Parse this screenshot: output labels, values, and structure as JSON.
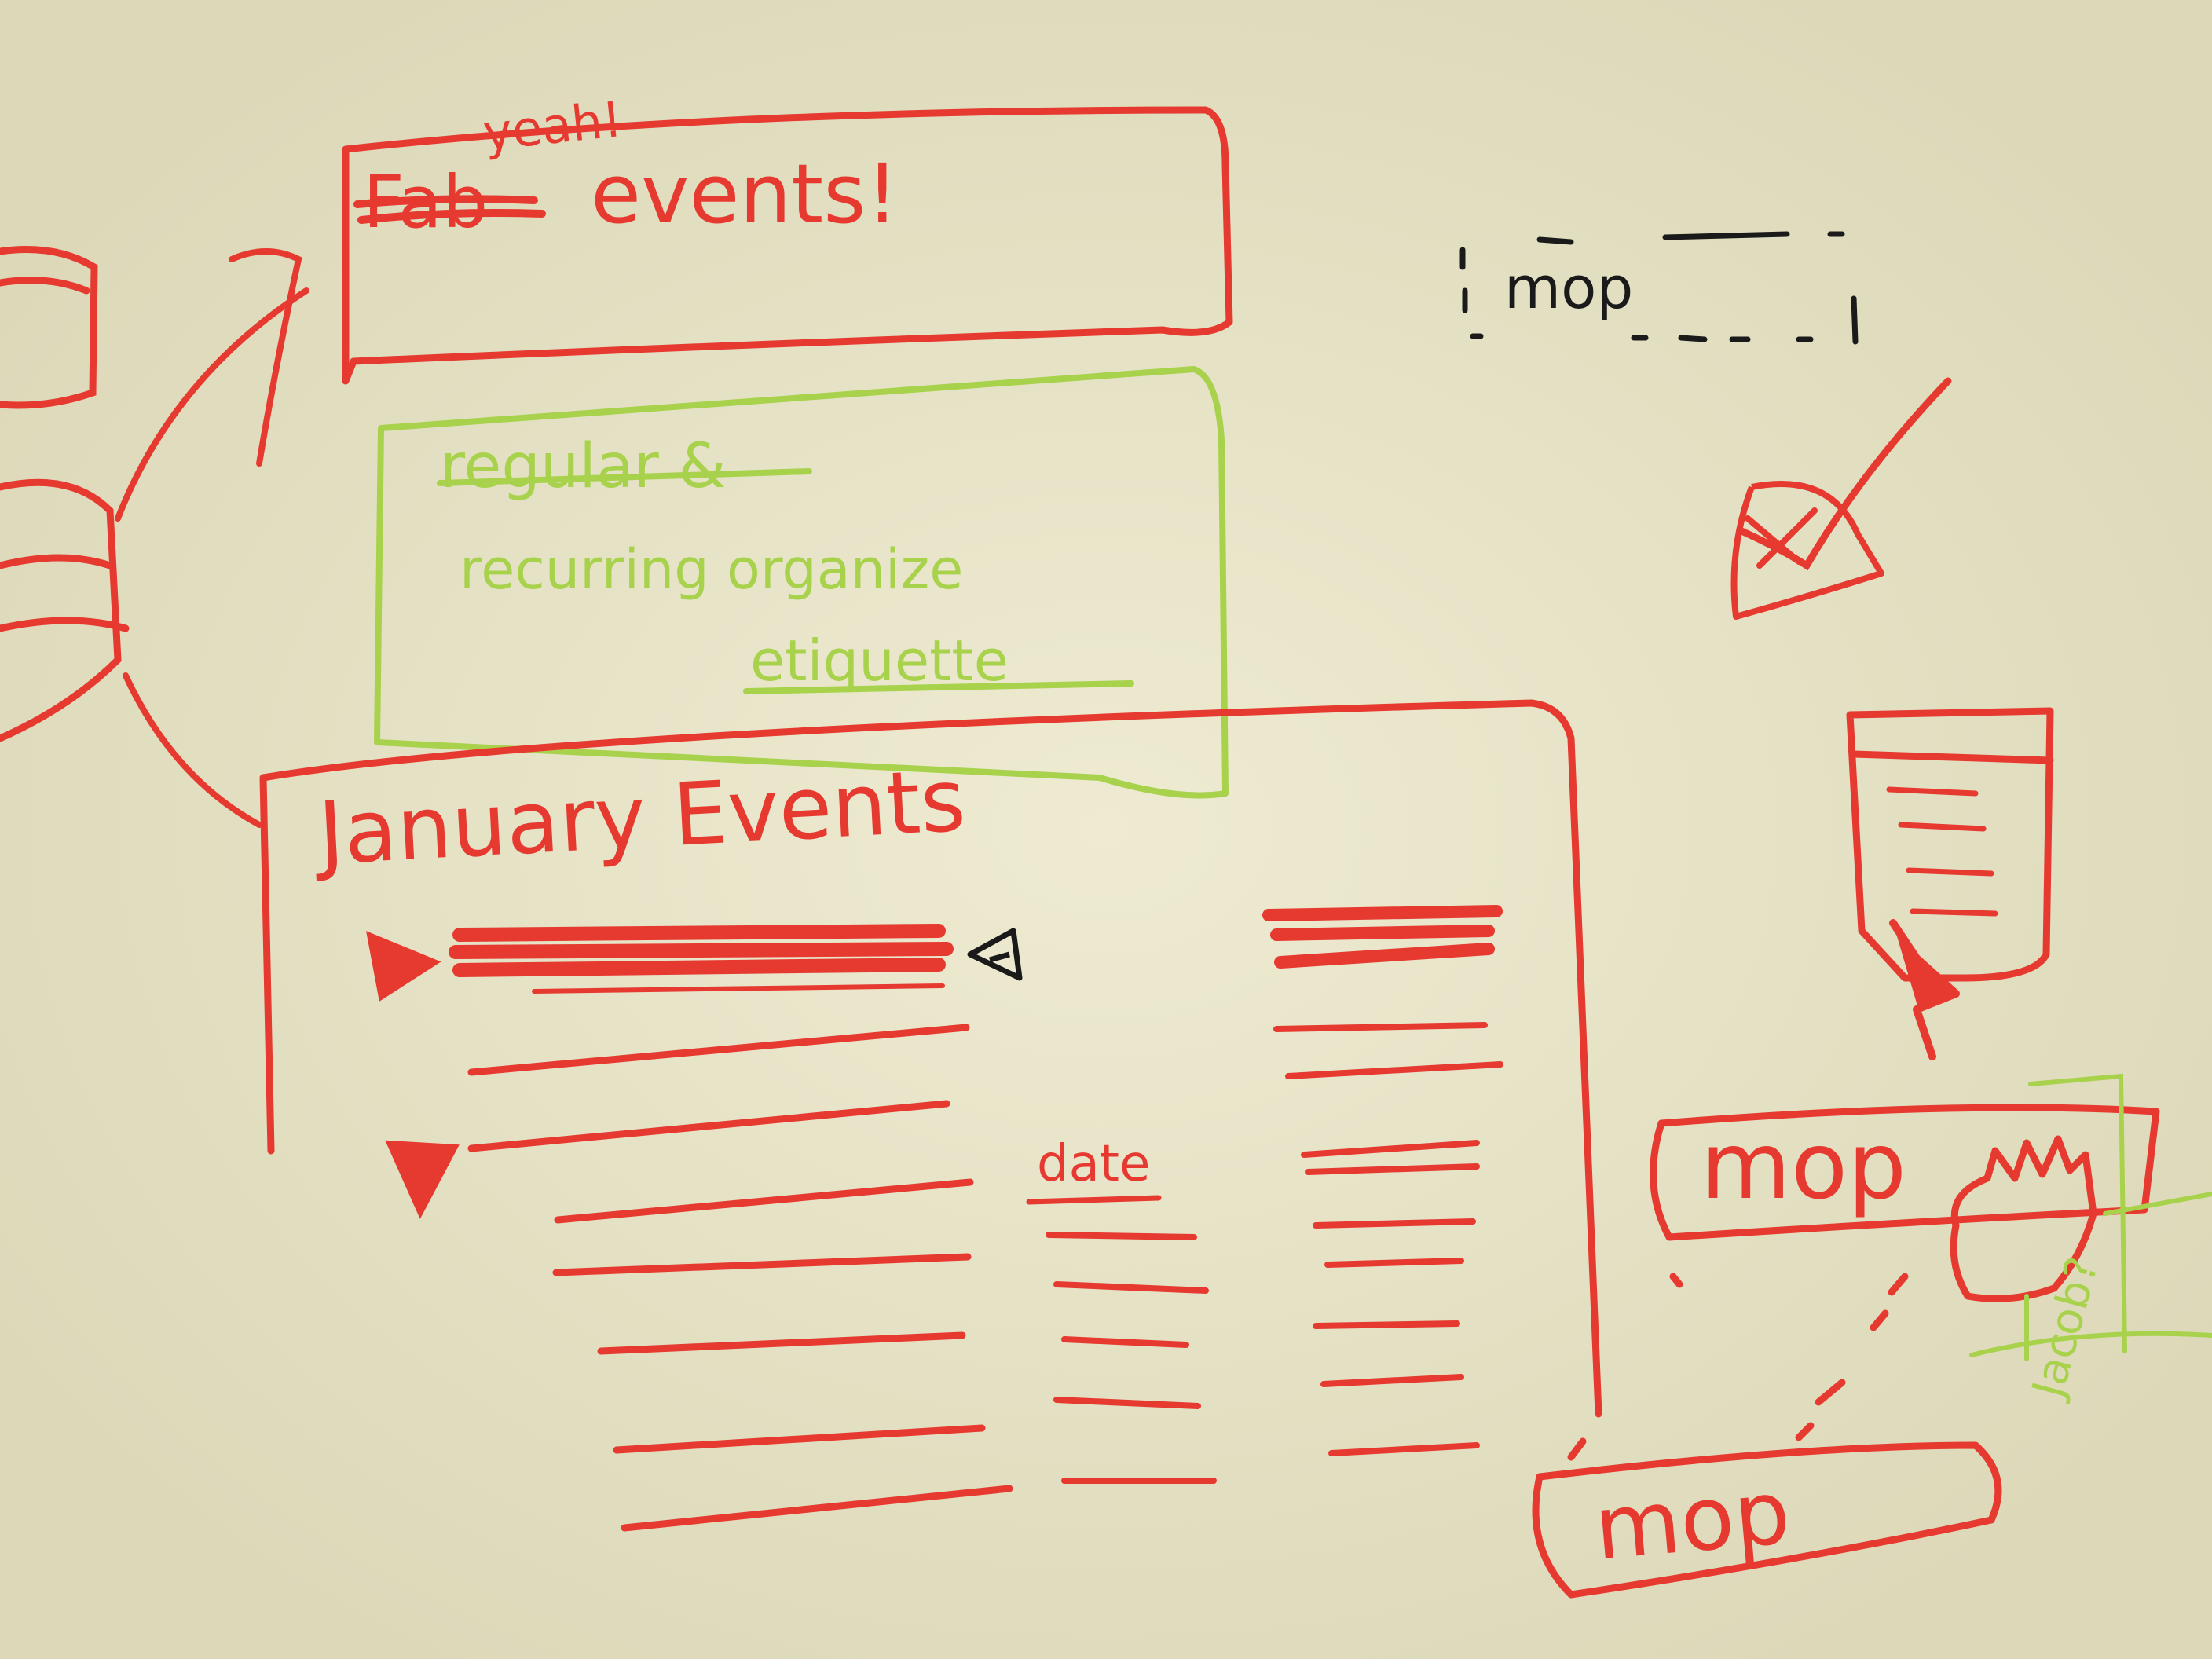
{
  "whiteboard": {
    "top_banner": {
      "correction": "yeah!",
      "struck_word": "Fab",
      "heading": "events!"
    },
    "green_box": {
      "line1": "regular &",
      "line2": "recurring organize",
      "line3": "etiquette"
    },
    "events_panel": {
      "title": "January Events",
      "column_label": "date"
    },
    "mop_labels": {
      "dashed_box": "mop",
      "hover_button": "mop",
      "bottom_pill": "mop"
    },
    "side_note": "Jacob?"
  },
  "colors": {
    "red_marker": "#e63a31",
    "green_marker": "#a8d24c",
    "black_marker": "#1a1a1a",
    "board": "#e6e3c6"
  }
}
